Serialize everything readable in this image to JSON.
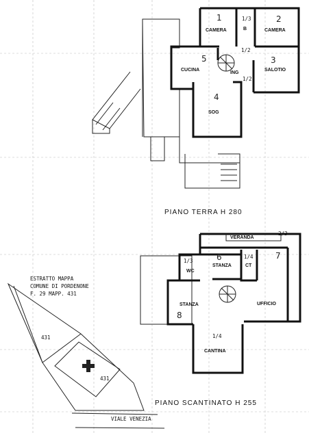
{
  "ground_floor": {
    "title": "PIANO   TERRA   H 280",
    "rooms": {
      "camera1": "CAMERA",
      "camera2": "CAMERA",
      "cucina": "CUCINA",
      "salotto": "SALOTIO",
      "sog": "SOG",
      "ing": "ING",
      "b": "B"
    },
    "numbers": {
      "n1": "1",
      "n2": "2",
      "n3": "3",
      "n4": "4",
      "n5": "5",
      "f1": "1/3",
      "f2": "1/2",
      "f3": "1/2"
    }
  },
  "basement": {
    "title": "PIANO   SCANTINATO   H 255",
    "rooms": {
      "veranda": "VERANDA",
      "stanza1": "STANZA",
      "ct": "CT",
      "wc": "WC",
      "stanza2": "STANZA",
      "ufficio": "UFFICIO",
      "cantina": "CANTINA"
    },
    "numbers": {
      "n6": "6",
      "n7": "7",
      "n8": "8",
      "f14a": "1/4",
      "f14b": "1/4",
      "f13": "1/3",
      "f2": "2/3"
    }
  },
  "map_extract": {
    "line1": "ESTRATTO  MAPPA",
    "line2": "COMUNE  DI  PORDENONE",
    "line3": "F. 29   MAPP. 431",
    "parcel_a": "431",
    "parcel_b": "431",
    "street": "VIALE  VENEZIA"
  }
}
